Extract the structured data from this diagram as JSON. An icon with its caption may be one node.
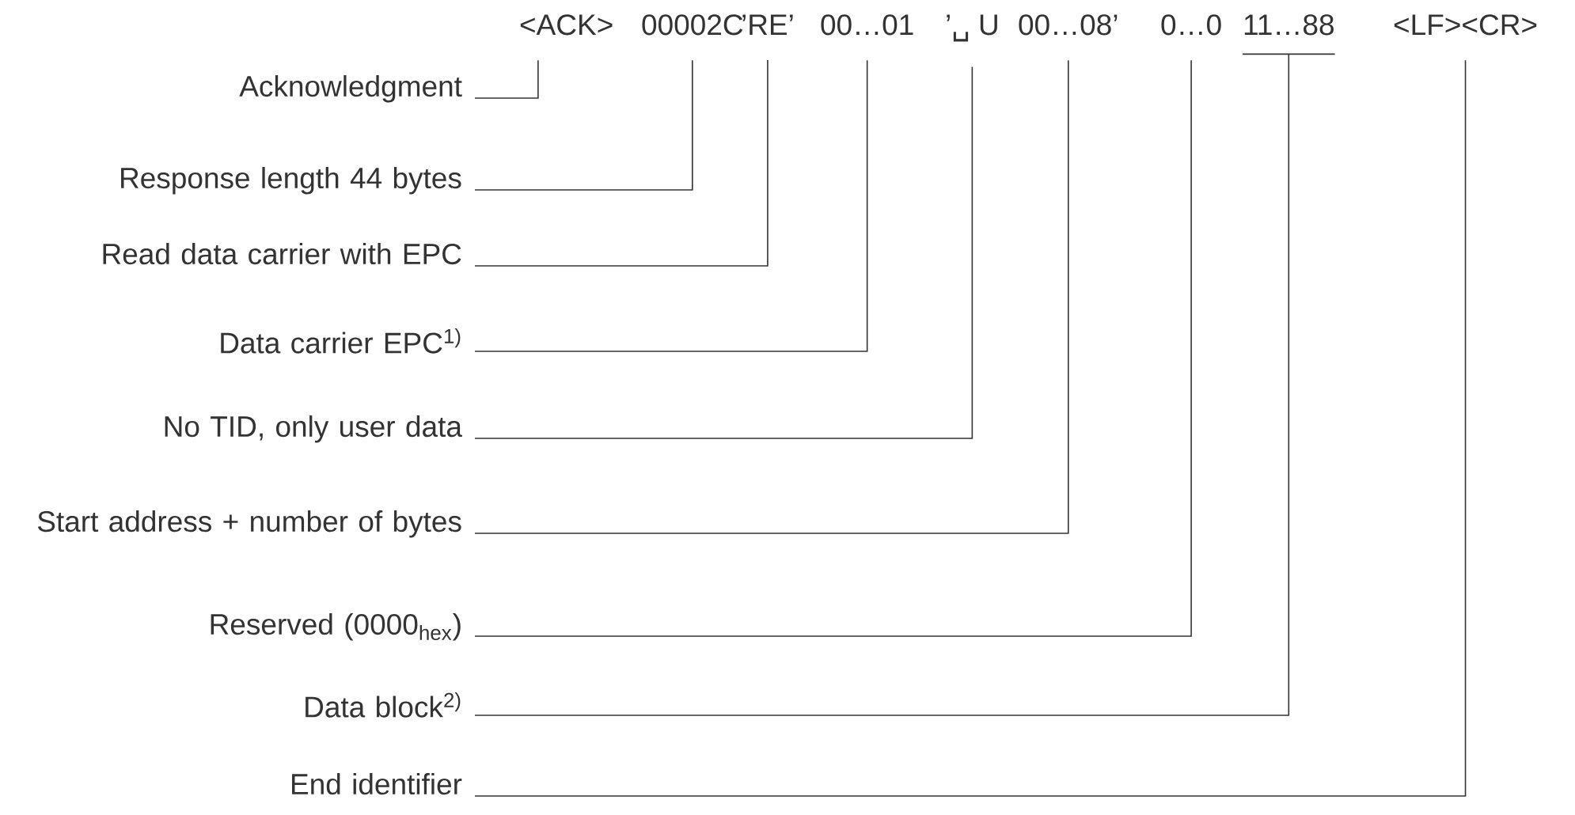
{
  "diagram": {
    "nodes": [
      {
        "text": [
          "Acknowledgment"
        ]
      },
      {
        "text": [
          "Response length 44 bytes"
        ]
      },
      {
        "text": [
          "Read data carrier with EPC"
        ]
      },
      {
        "text": [
          "Data carrier EPC$^{1)}$"
        ]
      },
      {
        "text": [
          "No TID, only user data"
        ]
      },
      {
        "text": [
          "Start address + number of bytes"
        ]
      },
      {
        "text": [
          "Reserved (0000$_{hex}$)"
        ]
      },
      {
        "text": [
          "Data block$^{2)}$"
        ]
      },
      {
        "text": [
          "End identifier"
        ]
      },
      {
        "text": [
          "<ACK>"
        ]
      },
      {
        "text": [
          "00002C"
        ]
      },
      {
        "text": [
          "’RE’"
        ]
      },
      {
        "text": [
          "00…01"
        ]
      },
      {
        "text": [
          "’␣ U"
        ]
      },
      {
        "text": [
          "00…08’"
        ]
      },
      {
        "text": [
          "0…0"
        ]
      },
      {
        "text": [
          "11…88"
        ]
      },
      {
        "text": [
          "<LF><CR>"
        ]
      }
    ],
    "edges": [
      {
        "from": 0,
        "to": 9,
        "arrow": "none"
      },
      {
        "from": 1,
        "to": 10,
        "arrow": "none"
      },
      {
        "from": 2,
        "to": 11,
        "arrow": "none"
      },
      {
        "from": 3,
        "to": 12,
        "arrow": "none"
      },
      {
        "from": 4,
        "to": 13,
        "arrow": "none"
      },
      {
        "from": 5,
        "to": 14,
        "arrow": "none"
      },
      {
        "from": 6,
        "to": 15,
        "arrow": "none"
      },
      {
        "from": 7,
        "to": 16,
        "arrow": "none"
      },
      {
        "from": 8,
        "to": 17,
        "arrow": "none"
      }
    ]
  }
}
